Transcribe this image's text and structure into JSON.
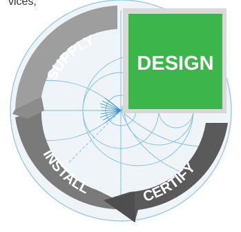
{
  "top_text": "vices,",
  "segments": {
    "design": "DESIGN",
    "supply": "SUPPLY",
    "install": "INSTALL",
    "certify": "CERTIFY"
  },
  "colors": {
    "design": "#3cb54a",
    "supply": "#9e9e9e",
    "install": "#7a7a7a",
    "certify": "#5a5a5a",
    "grid": "#7bbde0",
    "background": "#ffffff"
  }
}
